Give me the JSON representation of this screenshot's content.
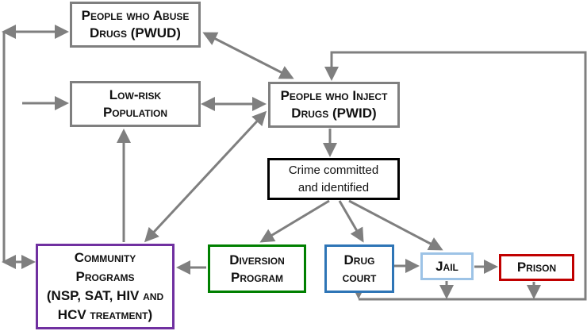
{
  "nodes": {
    "pwud": {
      "line1": "People who Abuse",
      "line2": "Drugs (PWUD)"
    },
    "lowrisk": {
      "line1": "Low-risk",
      "line2": "Population"
    },
    "pwid": {
      "line1": "People who Inject",
      "line2": "Drugs (PWID)"
    },
    "crime": {
      "line1": "Crime committed",
      "line2": "and identified"
    },
    "community": {
      "line1": "Community",
      "line2": "Programs",
      "line3": "(NSP, SAT, HIV and",
      "line4": "HCV treatment)"
    },
    "diversion": {
      "line1": "Diversion",
      "line2": "Program"
    },
    "drugcourt": {
      "line1": "Drug",
      "line2": "court"
    },
    "jail": {
      "line1": "Jail"
    },
    "prison": {
      "line1": "Prison"
    }
  },
  "colors": {
    "arrow": "#7f7f7f",
    "crime": "#000000",
    "community": "#7030a0",
    "diversion": "#008000",
    "drugcourt": "#2e75b6",
    "jail": "#9dc3e6",
    "prison": "#c00000"
  }
}
